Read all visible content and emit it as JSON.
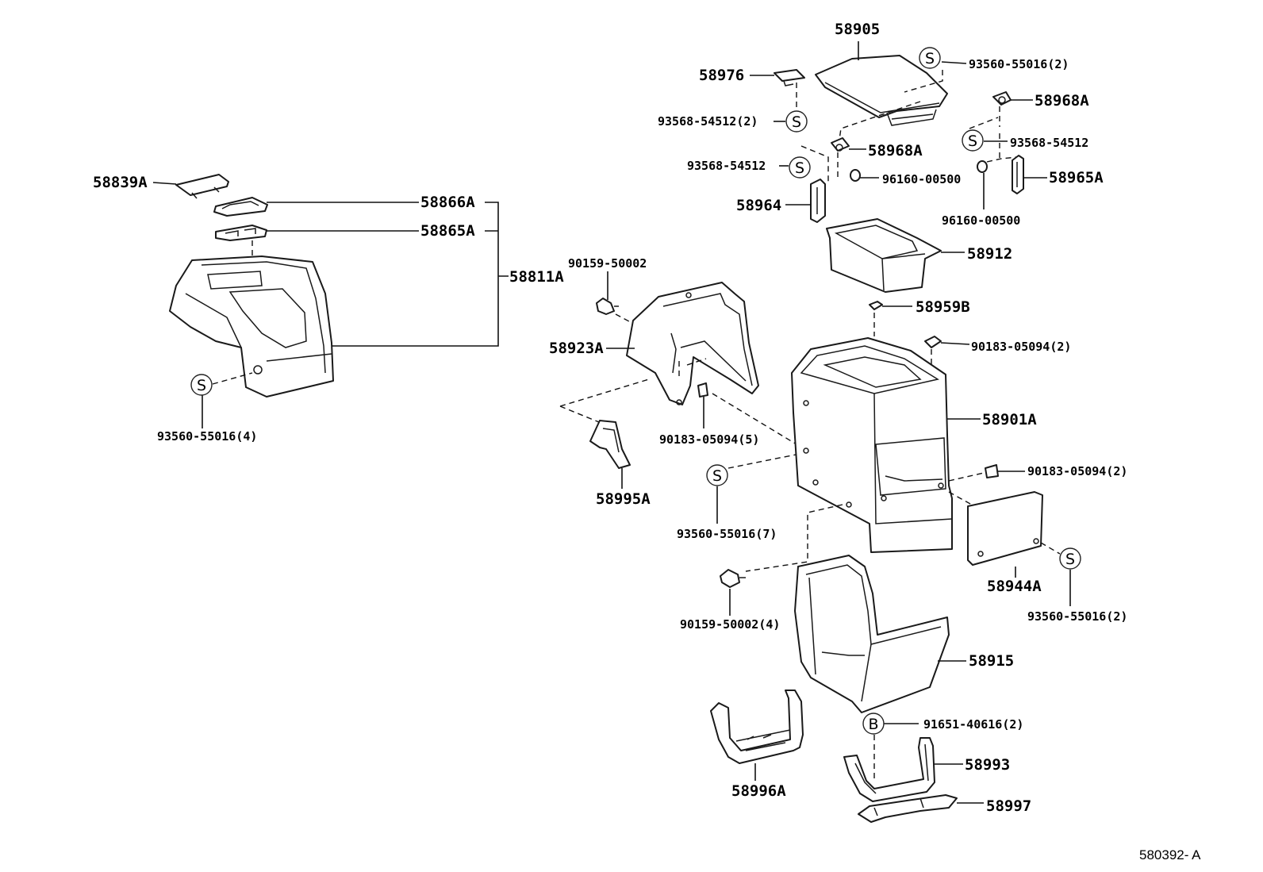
{
  "diagram": {
    "code": "580392- A",
    "symbols": {
      "screw": "S",
      "bolt": "B"
    },
    "labels": {
      "p58905": "58905",
      "p58976": "58976",
      "p93560_55016_2_top": "93560-55016(2)",
      "p58968A_top": "58968A",
      "p93568_54512_2": "93568-54512(2)",
      "p93568_54512_right": "93568-54512",
      "p58968A_mid": "58968A",
      "p93568_54512_left": "93568-54512",
      "p96160_00500_a": "96160-00500",
      "p58965A": "58965A",
      "p96160_00500_b": "96160-00500",
      "p58964": "58964",
      "p58912": "58912",
      "p58839A": "58839A",
      "p58866A": "58866A",
      "p58865A": "58865A",
      "p58811A": "58811A",
      "p90159_50002": "90159-50002",
      "p58959B": "58959B",
      "p90183_05094_2_a": "90183-05094(2)",
      "p58923A": "58923A",
      "p58901A": "58901A",
      "p90183_05094_5": "90183-05094(5)",
      "p90183_05094_2_b": "90183-05094(2)",
      "p93560_55016_4": "93560-55016(4)",
      "p58995A": "58995A",
      "p93560_55016_7": "93560-55016(7)",
      "p58944A": "58944A",
      "p93560_55016_2_bottom": "93560-55016(2)",
      "p90159_50002_4": "90159-50002(4)",
      "p58915": "58915",
      "p91651_40616_2": "91651-40616(2)",
      "p58993": "58993",
      "p58996A": "58996A",
      "p58997": "58997"
    }
  }
}
